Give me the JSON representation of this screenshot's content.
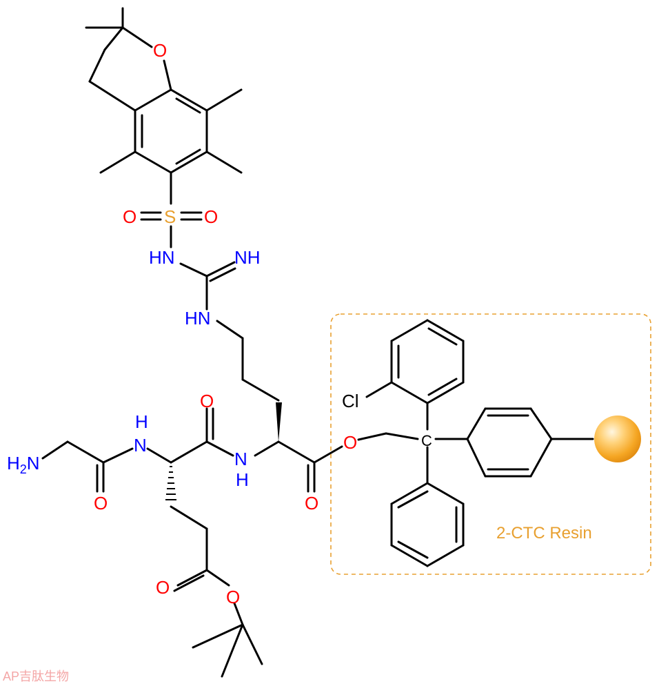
{
  "colors": {
    "bond": "#000000",
    "oxygen": "#ff0000",
    "nitrogen": "#0000ff",
    "sulfur": "#e8a030",
    "resin": "#e8a030",
    "bead": "#f5a623",
    "watermark": "#f4a6a6"
  },
  "atoms": {
    "o_ring": "O",
    "s": "S",
    "o_s_left": "O",
    "o_s_right": "O",
    "hn_sulfonyl": "HN",
    "nh_imine": "NH",
    "hn_guan": "HN",
    "h2n": "H",
    "h2n_sub": "2",
    "h2n_n": "N",
    "o_gly": "O",
    "nh_glu_h": "H",
    "nh_glu_n": "N",
    "o_glu": "O",
    "nh_arg_n": "N",
    "nh_arg_h": "H",
    "o_arg": "O",
    "o_ester": "O",
    "cl": "Cl",
    "c_center": "C",
    "o_side": "O",
    "o_tbu": "O"
  },
  "resin": {
    "label": "2-CTC Resin",
    "icon": "resin-bead-icon"
  },
  "watermark": {
    "logo": "AP吉肽生物"
  }
}
